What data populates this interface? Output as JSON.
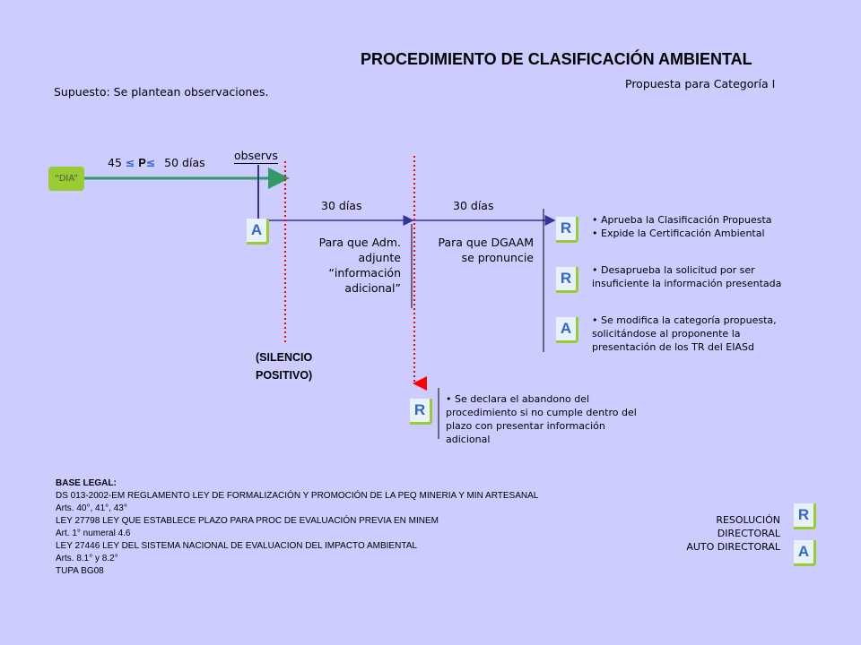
{
  "title": "PROCEDIMIENTO DE CLASIFICACIÓN AMBIENTAL",
  "subtitle": "Propuesta para Categoría I",
  "supuesto": "Supuesto: Se plantean observaciones.",
  "dia": "“DIA”",
  "plazo": {
    "min": "45",
    "le1": "≤",
    "p": "P",
    "le2": "≤",
    "max": "50 días"
  },
  "observs": "observs",
  "silencio": [
    "(SILENCIO",
    "POSITIVO)"
  ],
  "tramo1": {
    "dias": "30 días",
    "lines": [
      "Para que Adm.",
      "adjunte",
      "“información",
      "adicional”"
    ]
  },
  "tramo2": {
    "dias": "30 días",
    "lines": [
      "Para que DGAAM",
      "se pronuncie"
    ]
  },
  "boxes": {
    "a1": "A",
    "r1": "R",
    "r2": "R",
    "a2": "A",
    "r3": "R",
    "r4": "R",
    "a3": "A"
  },
  "outcomes": {
    "aprueba": [
      "Aprueba la Clasificación Propuesta",
      "Expide la Certificación Ambiental"
    ],
    "desaprueba": [
      "Desaprueba  la solicitud por ser",
      "insuficiente la información presentada"
    ],
    "modifica": [
      "Se modifica la categoría propuesta,",
      "solicitándose al proponente la",
      "presentación de los TR del EIASd"
    ],
    "abandono": [
      "Se declara el abandono del",
      "procedimiento si no cumple dentro del",
      "plazo con presentar información",
      "adicional"
    ]
  },
  "base_legal": {
    "heading": "BASE LEGAL:",
    "lines": [
      "DS 013-2002-EM REGLAMENTO LEY DE FORMALIZACIÓN Y PROMOCIÓN DE LA PEQ MINERIA Y MIN ARTESANAL",
      "Arts. 40°, 41°, 43°",
      "LEY 27798 LEY QUE ESTABLECE PLAZO PARA PROC DE EVALUACIÓN PREVIA EN MINEM",
      "Art. 1° numeral 4.6",
      "LEY 27446 LEY DEL SISTEMA NACIONAL DE EVALUACION DEL IMPACTO AMBIENTAL",
      "Arts. 8.1° y 8.2°",
      "TUPA BG08"
    ]
  },
  "leyenda": [
    "RESOLUCIÓN",
    "DIRECTORAL",
    "AUTO DIRECTORAL"
  ],
  "colors": {
    "arrow_green": "#339966",
    "arrow_blue": "#333399",
    "dotted_red": "#ff0000",
    "box_letter": "#3366cc",
    "box_border": "#99cc33"
  }
}
